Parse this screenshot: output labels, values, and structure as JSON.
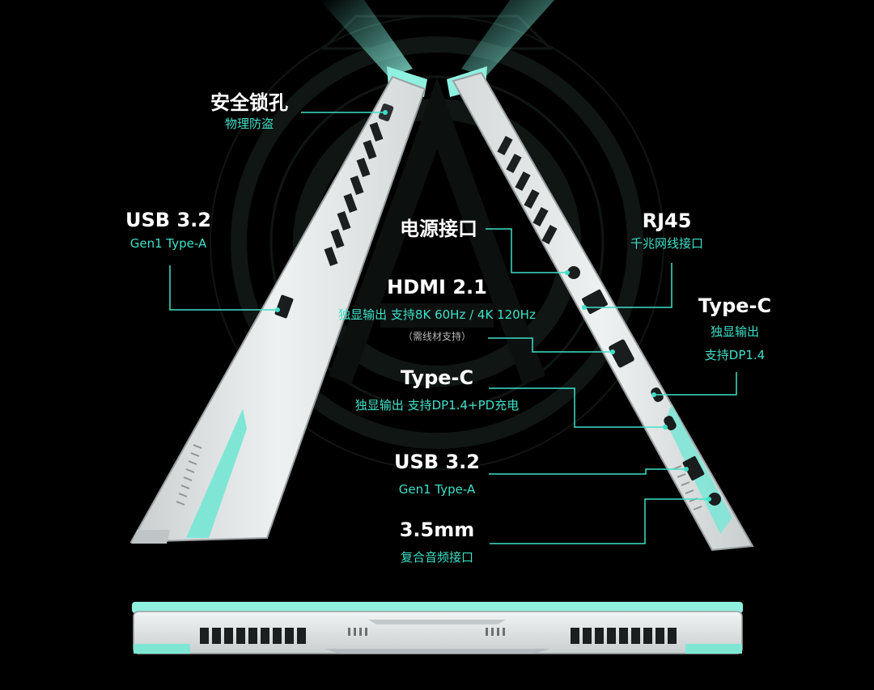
{
  "colors": {
    "background": "#000000",
    "accent": "#3fe0c8",
    "chassis": "#e4e8e8",
    "label": "#ffffff"
  },
  "ports": {
    "security_lock": {
      "title": "安全锁孔",
      "subtitle": "物理防盗"
    },
    "usb_left": {
      "title": "USB 3.2",
      "subtitle": "Gen1 Type-A"
    },
    "power": {
      "title": "电源接口"
    },
    "hdmi": {
      "title": "HDMI 2.1",
      "subtitle": "独显输出 支持8K 60Hz / 4K 120Hz",
      "note": "（需线材支持）"
    },
    "typec_center": {
      "title": "Type-C",
      "subtitle": "独显输出 支持DP1.4+PD充电"
    },
    "usb_right": {
      "title": "USB 3.2",
      "subtitle": "Gen1 Type-A"
    },
    "audio": {
      "title": "3.5mm",
      "subtitle": "复合音频接口"
    },
    "rj45": {
      "title": "RJ45",
      "subtitle": "千兆网线接口"
    },
    "typec_right": {
      "title": "Type-C",
      "subtitle_line1": "独显输出",
      "subtitle_line2": "支持DP1.4"
    }
  }
}
